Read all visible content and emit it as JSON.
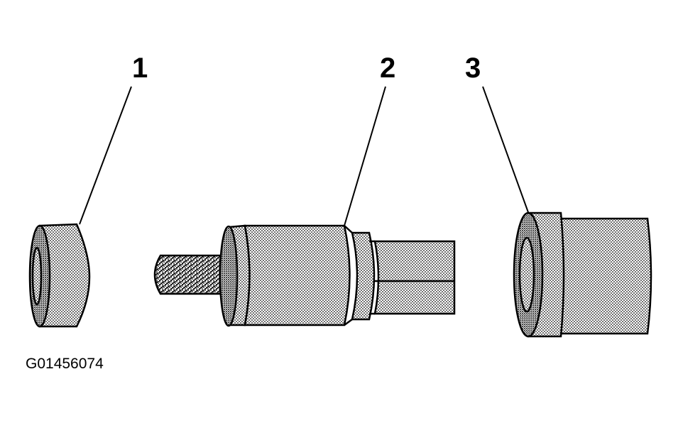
{
  "callouts": {
    "part_1": "1",
    "part_2": "2",
    "part_3": "3"
  },
  "figure_id": "G01456074",
  "colors": {
    "ink": "#000000",
    "fill": "#6e6e6e",
    "background": "#ffffff"
  }
}
